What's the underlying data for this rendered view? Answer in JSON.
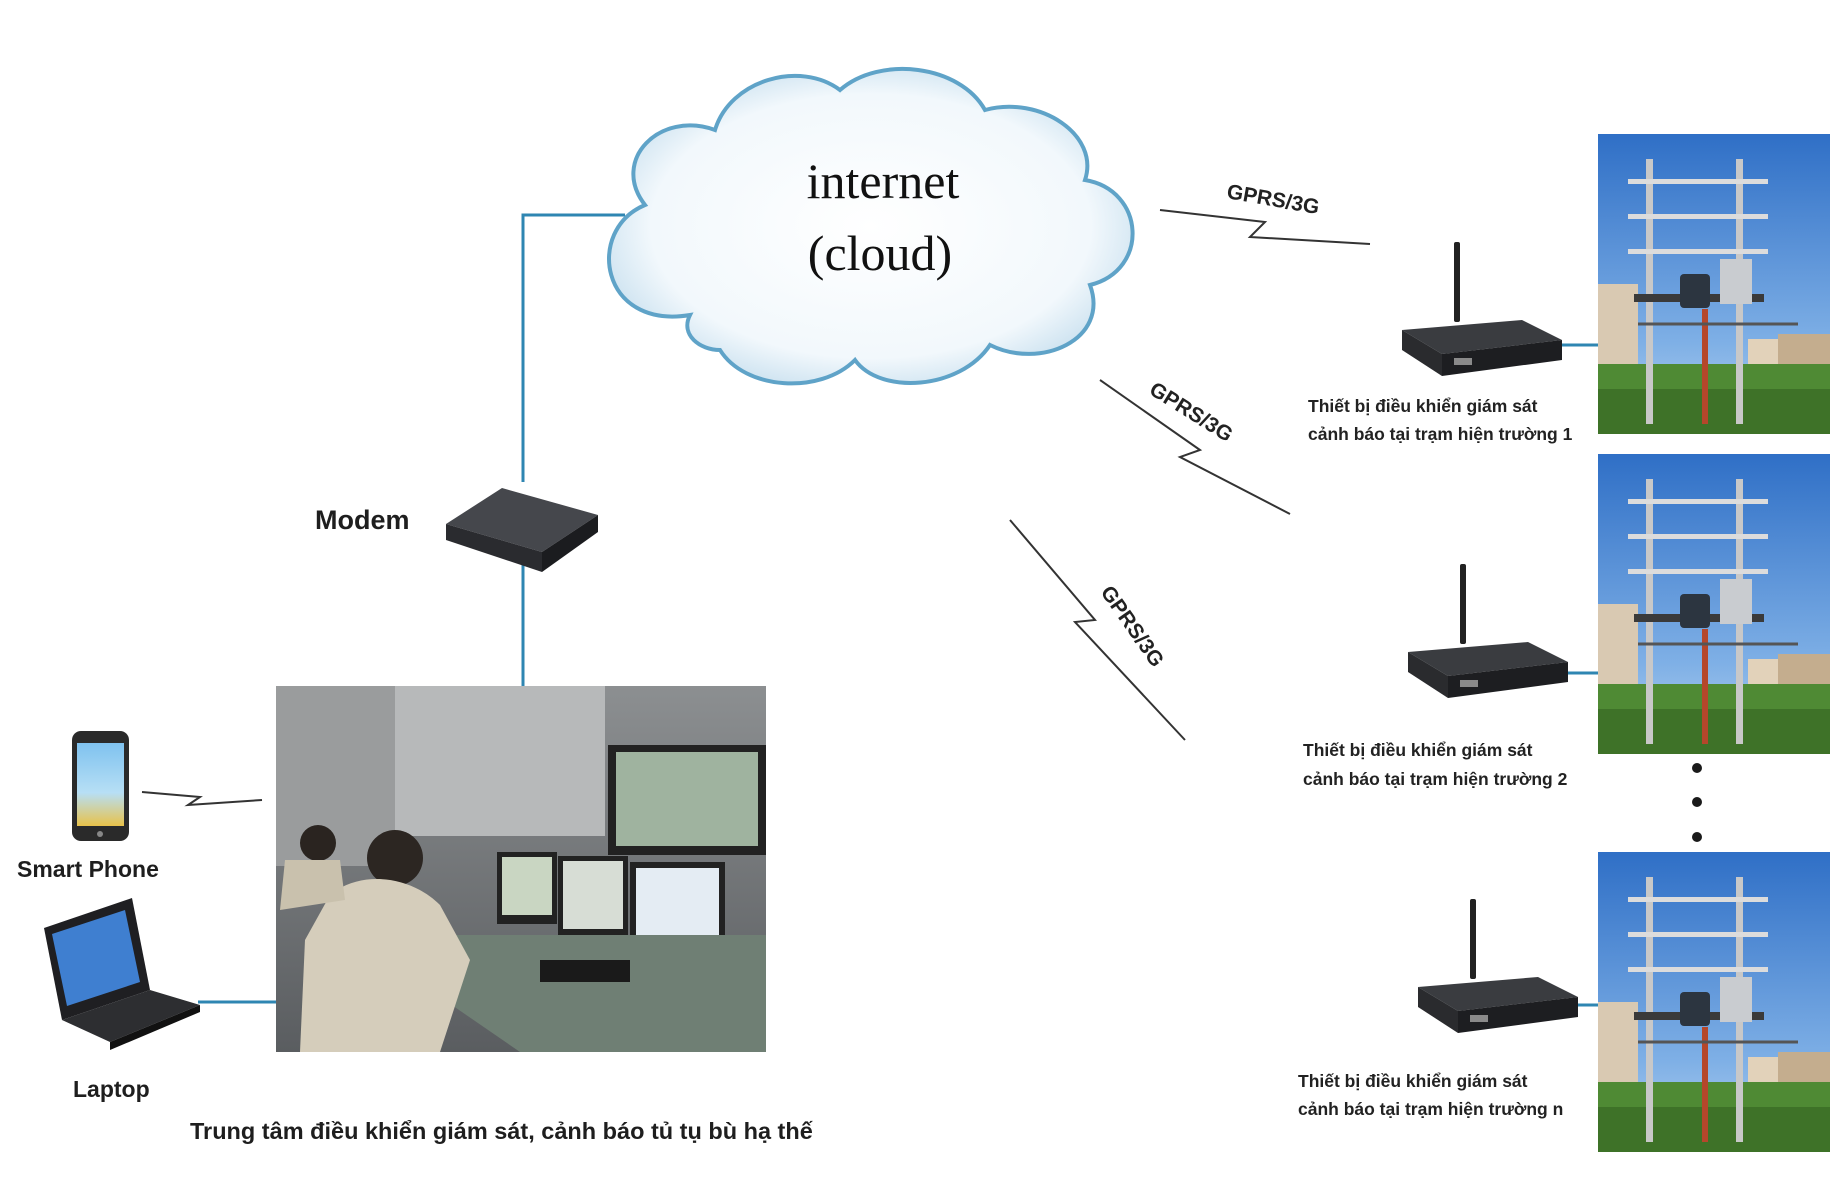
{
  "cloud": {
    "line1": "internet",
    "line2": "(cloud)"
  },
  "links": {
    "gprs_top": "GPRS/3G",
    "gprs_mid": "GPRS/3G",
    "gprs_low": "GPRS/3G"
  },
  "modem": {
    "label": "Modem"
  },
  "smartphone": {
    "label": "Smart Phone"
  },
  "laptop": {
    "label": "Laptop"
  },
  "center": {
    "caption": "Trung tâm điều khiển giám sát, cảnh báo tủ tụ bù hạ thế"
  },
  "stations": [
    {
      "line1": "Thiết bị điều khiển giám sát",
      "line2": "cảnh báo tại trạm hiện trường 1"
    },
    {
      "line1": "Thiết bị điều khiển giám sát",
      "line2": "cảnh báo tại trạm hiện trường 2"
    },
    {
      "line1": "Thiết bị điều khiển giám sát",
      "line2": "cảnh báo tại trạm hiện trường n"
    }
  ],
  "colors": {
    "link_line": "#2f86b2",
    "cloud_stroke": "#5fa3c8",
    "sky": "#3f7fd0"
  }
}
